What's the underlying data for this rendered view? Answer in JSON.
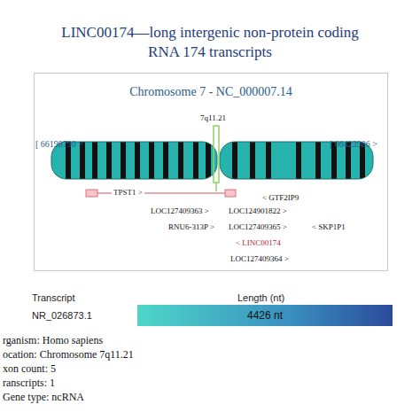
{
  "diagram": {
    "title": "LINC00174—long intergenic non-protein coding RNA 174 transcripts",
    "nodes": [
      {
        "text": [
          "Chromosome 7 - NC_000007.14"
        ]
      },
      {
        "text": [
          "4426 nt"
        ]
      }
    ],
    "labels": [
      "[ 66198790 >",
      "7q11.21",
      "[ 66423986 >",
      "TPST1 >",
      "< GTF2IP9",
      "LOC127409363 >",
      "LOC124901822 >",
      "RNU6-313P >",
      "LOC127409365 >",
      "< SKP1P1",
      "< LINC00174",
      "LOC127409364 >",
      "Transcript",
      "Length (nt)",
      "NR_026873.1",
      "rganism: Homo sapiens",
      "ocation: Chromosome 7q11.21",
      "xon count: 5",
      "ranscripts: 1",
      "Gene type: ncRNA"
    ]
  }
}
